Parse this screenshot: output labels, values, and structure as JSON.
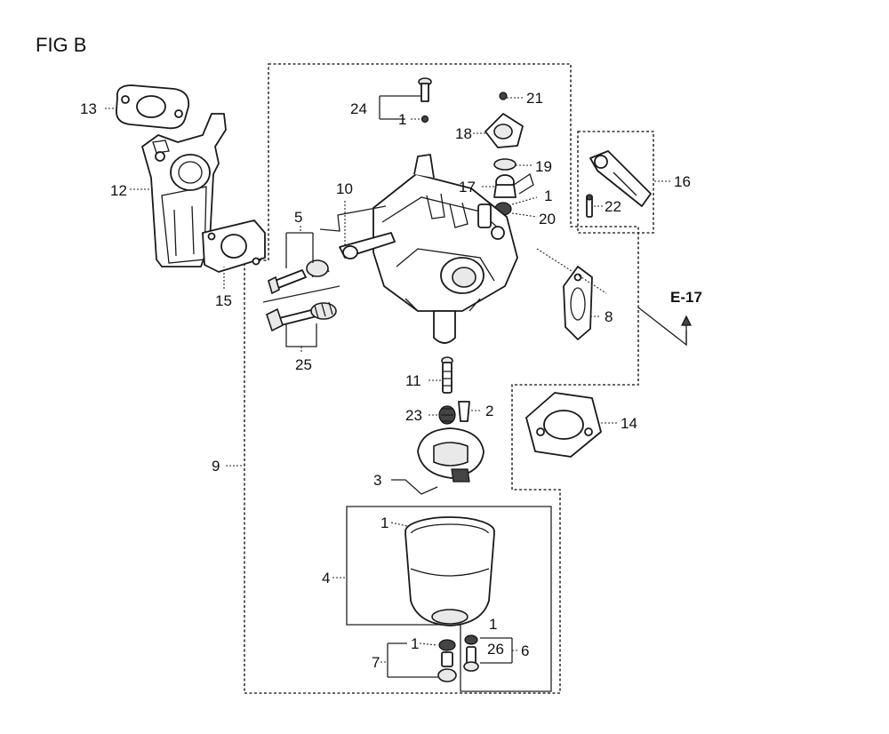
{
  "figure": {
    "title": "FIG B",
    "reference": "E-17"
  },
  "callouts": {
    "p1a": "1",
    "p1b": "1",
    "p1c": "1",
    "p1d": "1",
    "p1e": "1",
    "p2": "2",
    "p3": "3",
    "p4": "4",
    "p5": "5",
    "p6": "6",
    "p7": "7",
    "p8": "8",
    "p9": "9",
    "p10": "10",
    "p11": "11",
    "p12": "12",
    "p13": "13",
    "p14": "14",
    "p15": "15",
    "p16": "16",
    "p17": "17",
    "p18": "18",
    "p19": "19",
    "p20": "20",
    "p21": "21",
    "p22": "22",
    "p23": "23",
    "p24": "24",
    "p25": "25",
    "p26": "26"
  }
}
